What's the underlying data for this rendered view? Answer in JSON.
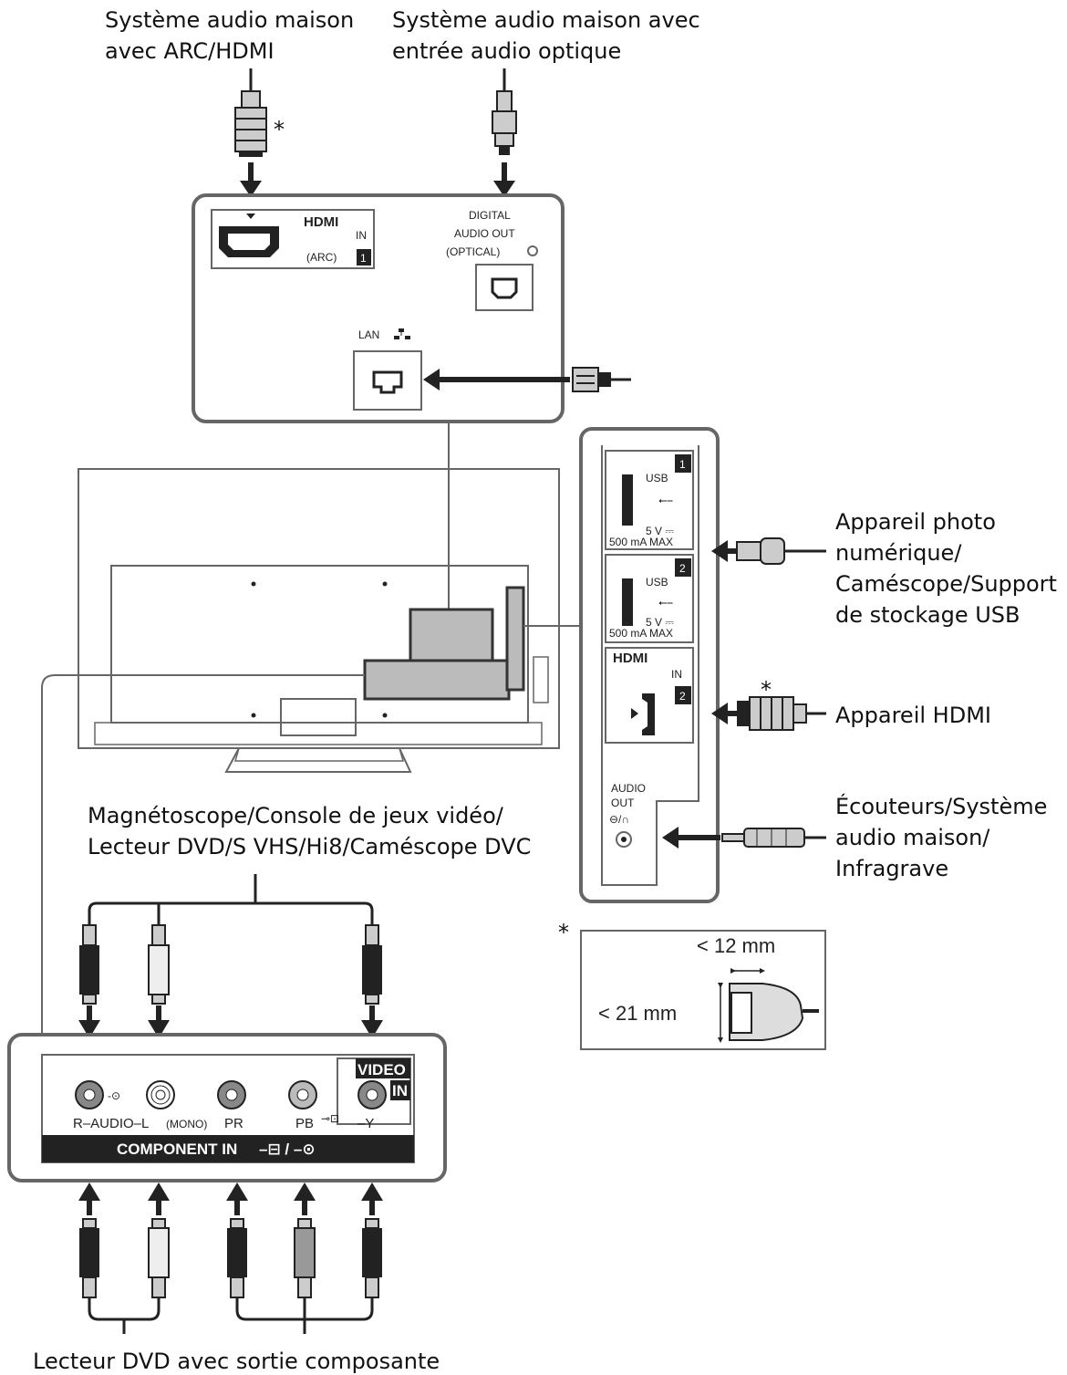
{
  "labels": {
    "top_left_line1": "Système audio maison",
    "top_left_line2": "avec ARC/HDMI",
    "top_right_line1": "Système audio maison avec",
    "top_right_line2": "entrée audio optique",
    "usb_line1": "Appareil photo",
    "usb_line2": "numérique/",
    "usb_line3": "Caméscope/Support",
    "usb_line4": "de stockage USB",
    "hdmi_device": "Appareil HDMI",
    "headphone_line1": "Écouteurs/Système",
    "headphone_line2": "audio maison/",
    "headphone_line3": "Infragrave",
    "vcr_line1": "Magnétoscope/Console de jeux vidéo/",
    "vcr_line2": "Lecteur DVD/S VHS/Hi8/Caméscope DVC",
    "dvd_component": "Lecteur DVD avec sortie composante",
    "asterisk": "*"
  },
  "top_panel": {
    "hdmi_logo": "HDMI",
    "hdmi_in": "IN",
    "arc": "(ARC)",
    "hdmi_number": "1",
    "digital_line1": "DIGITAL",
    "digital_line2": "AUDIO OUT",
    "digital_line3": "(OPTICAL)",
    "lan": "LAN"
  },
  "side_panel": {
    "usb1_num": "1",
    "usb2_num": "2",
    "usb_label": "USB",
    "usb_power1": "5 V ⎓",
    "usb_power2": "500 mA MAX",
    "hdmi_logo": "HDMI",
    "hdmi_in": "IN",
    "hdmi_num": "2",
    "audio_line1": "AUDIO",
    "audio_line2": "OUT"
  },
  "component_panel": {
    "video": "VIDEO",
    "in": "IN",
    "audio_row": "R–AUDIO–L",
    "mono": "(MONO)",
    "pr": "PR",
    "pb": "PB",
    "y": "–Y",
    "component_in": "COMPONENT IN"
  },
  "dimensions": {
    "width": "< 12 mm",
    "height": "< 21 mm"
  },
  "colors": {
    "stroke": "#666666",
    "ink": "#222222"
  }
}
